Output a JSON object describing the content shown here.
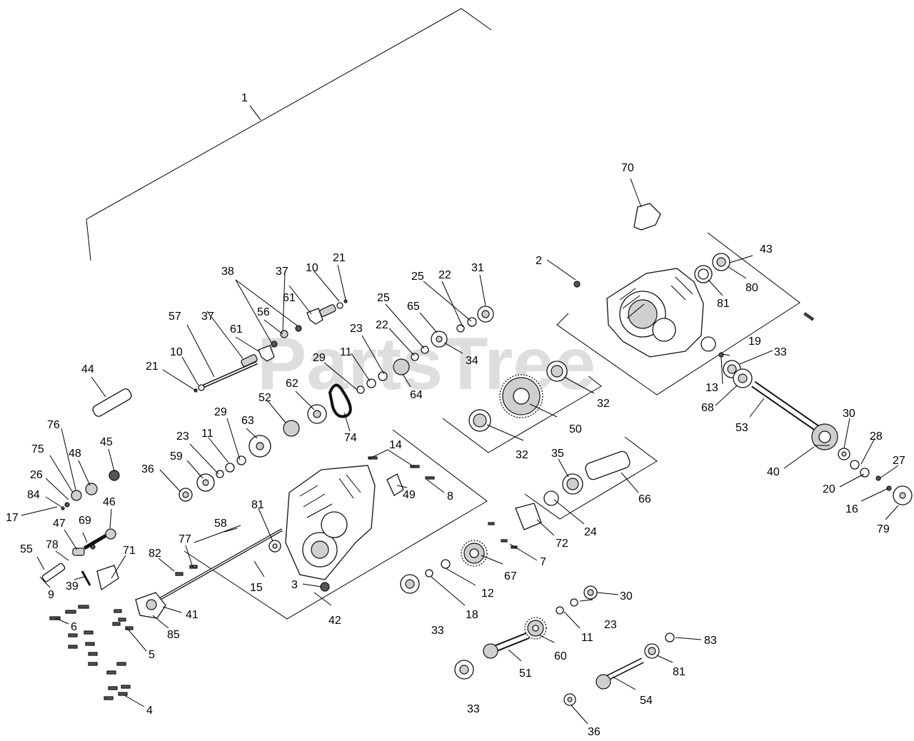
{
  "watermark": "PartsTree",
  "callouts": [
    "1",
    "2",
    "3",
    "4",
    "5",
    "6",
    "7",
    "8",
    "9",
    "10",
    "10",
    "11",
    "11",
    "11",
    "12",
    "13",
    "14",
    "15",
    "16",
    "17",
    "18",
    "19",
    "20",
    "21",
    "21",
    "22",
    "22",
    "23",
    "23",
    "23",
    "24",
    "25",
    "25",
    "26",
    "27",
    "28",
    "29",
    "29",
    "30",
    "30",
    "31",
    "32",
    "32",
    "33",
    "33",
    "33",
    "34",
    "35",
    "36",
    "36",
    "37",
    "37",
    "38",
    "39",
    "40",
    "41",
    "42",
    "43",
    "44",
    "45",
    "46",
    "47",
    "48",
    "49",
    "50",
    "51",
    "52",
    "53",
    "54",
    "55",
    "56",
    "57",
    "58",
    "59",
    "60",
    "61",
    "61",
    "62",
    "63",
    "64",
    "65",
    "66",
    "67",
    "68",
    "69",
    "70",
    "71",
    "72",
    "74",
    "75",
    "76",
    "77",
    "78",
    "79",
    "80",
    "81",
    "81",
    "81",
    "82",
    "83",
    "84",
    "85"
  ]
}
